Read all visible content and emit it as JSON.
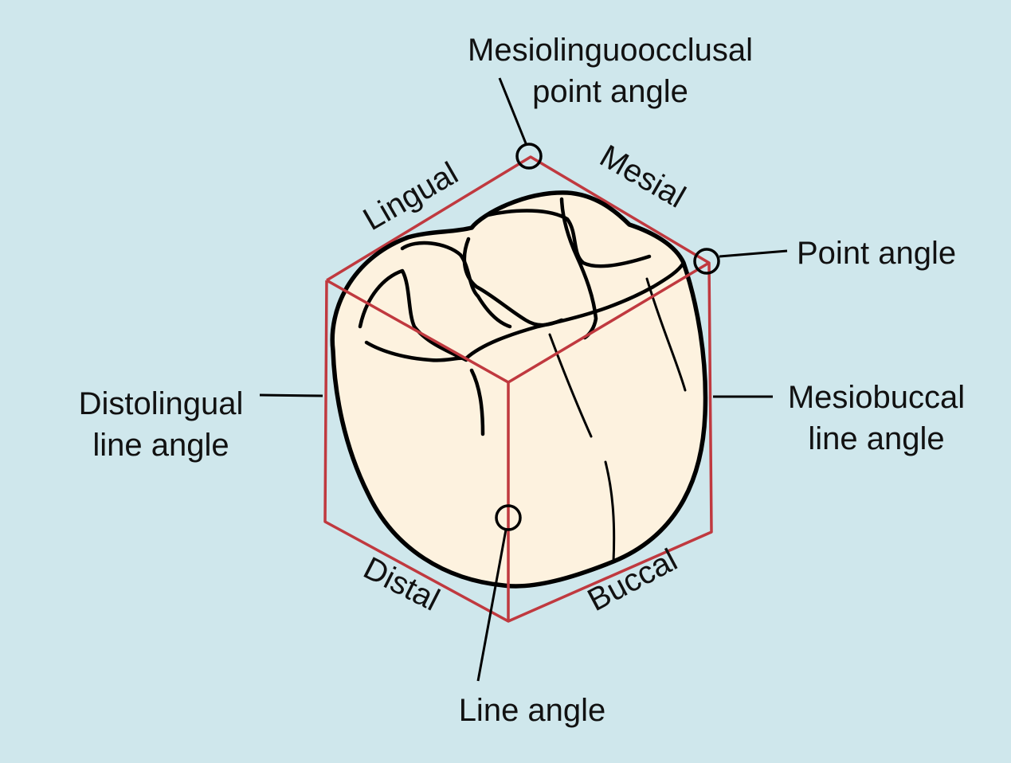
{
  "colors": {
    "background": "#cfe7ec",
    "box_lines": "#c0393f",
    "tooth_fill": "#fdf2df",
    "outline": "#000000"
  },
  "labels": {
    "mesiolinguoocclusal_line1": "Mesiolinguoocclusal",
    "mesiolinguoocclusal_line2": "point angle",
    "point_angle": "Point angle",
    "distolingual_line1": "Distolingual",
    "distolingual_line2": "line angle",
    "mesiobuccal_line1": "Mesiobuccal",
    "mesiobuccal_line2": "line angle",
    "line_angle": "Line angle"
  },
  "faces": {
    "lingual": "Lingual",
    "mesial": "Mesial",
    "distal": "Distal",
    "buccal": "Buccal"
  }
}
